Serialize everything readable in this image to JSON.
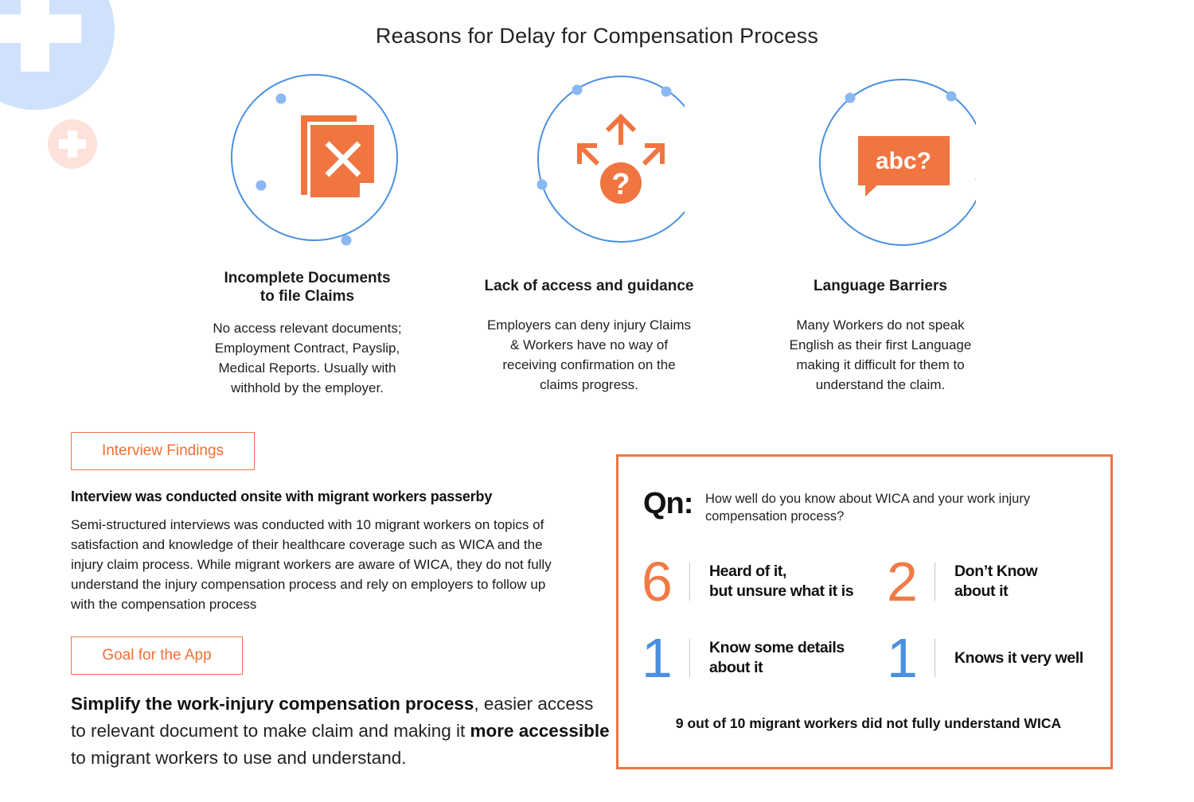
{
  "page": {
    "title": "Reasons for Delay for Compensation Process"
  },
  "reasons": [
    {
      "title_line1": "Incomplete Documents",
      "title_line2": "to file Claims",
      "desc": [
        "No access relevant documents;",
        "Employment Contract, Payslip,",
        "Medical Reports. Usually with",
        "withhold by the employer."
      ],
      "icon": "document-x-icon"
    },
    {
      "title_line1": "Lack of access and guidance",
      "desc": [
        "Employers can deny injury Claims",
        "& Workers have no way of",
        "receiving confirmation on the",
        "claims progress."
      ],
      "icon": "question-arrows-icon"
    },
    {
      "title_line1": "Language Barriers",
      "bubble_text": "abc?",
      "desc": [
        "Many Workers do not speak",
        "English as their first Language",
        "making it difficult for them to",
        "understand the claim."
      ],
      "icon": "speech-bubble-icon"
    }
  ],
  "interview": {
    "tag": "Interview Findings",
    "heading": "Interview was conducted onsite with migrant workers passerby",
    "body": "Semi-structured interviews was conducted with 10 migrant workers on topics of satisfaction and knowledge of their healthcare coverage such as WICA and the injury claim process. While migrant workers are aware of WICA, they do not fully understand the injury compensation process and rely on employers to follow up with the compensation process"
  },
  "goal": {
    "tag": "Goal for the App",
    "bold1": "Simplify the work-injury compensation process",
    "text1": ", easier access to relevant document to make claim and making it ",
    "bold2": "more accessible",
    "text2": " to migrant workers to use and understand."
  },
  "survey": {
    "qn_label": "Qn:",
    "question": "How well do you know about WICA and your work injury compensation process?",
    "stats": [
      {
        "value": "6",
        "line1": "Heard of it,",
        "line2": "but unsure what it is",
        "color": "#f07a45"
      },
      {
        "value": "2",
        "line1": "Don’t Know",
        "line2": "about it",
        "color": "#f07a45"
      },
      {
        "value": "1",
        "line1": "Know some details",
        "line2": "about it",
        "color": "#4a90e2"
      },
      {
        "value": "1",
        "line1": "Knows it very well",
        "line2": "",
        "color": "#4a90e2"
      }
    ],
    "summary": "9 out of 10 migrant workers did not fully understand WICA"
  },
  "colors": {
    "accent_orange": "#f07540",
    "accent_blue": "#4a90e2",
    "circle_blue": "#4a90e2",
    "dot_blue": "#8ab8f3"
  }
}
